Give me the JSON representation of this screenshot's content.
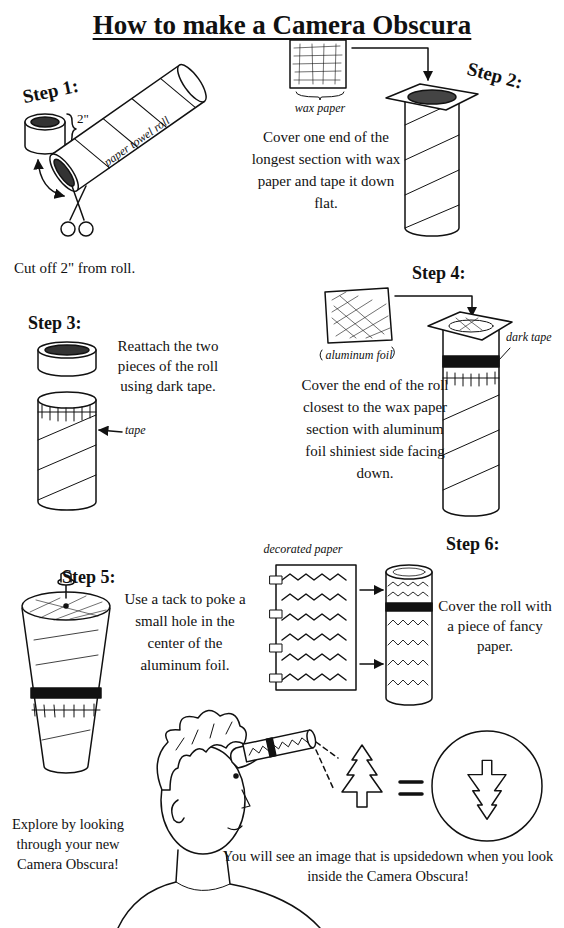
{
  "diagram": {
    "title": "How to make a Camera Obscura",
    "labels": [
      "Step 1:",
      "2\"",
      "paper towel roll",
      "Cut off 2\" from roll.",
      "Step 2:",
      "wax paper",
      "Cover one end of the longest section with wax paper and tape it down flat.",
      "Step 3:",
      "Reattach the two pieces of the roll using dark tape.",
      "tape",
      "Step 4:",
      "aluminum foil",
      "dark tape",
      "Cover the end of the roll closest to the wax paper section with aluminum foil shiniest side facing down.",
      "Step 5:",
      "Use a tack to poke a small hole in the center of the aluminum foil.",
      "decorated paper",
      "Step 6:",
      "Cover the roll with a piece of fancy paper.",
      "Explore by looking through your new Camera Obscura!",
      "You will see an image that is upsidedown when you look inside the Camera Obscura!"
    ]
  }
}
